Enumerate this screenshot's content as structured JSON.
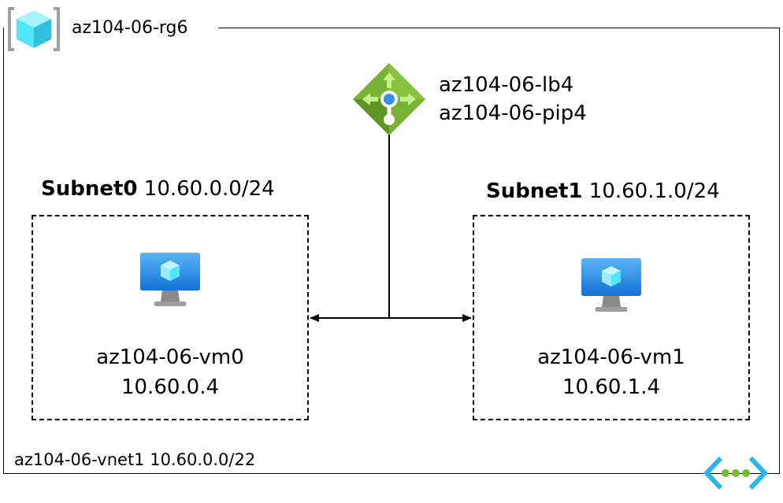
{
  "resource_group": {
    "name": "az104-06-rg6",
    "icon": "resource-group-icon"
  },
  "load_balancer": {
    "name": "az104-06-lb4",
    "public_ip": "az104-06-pip4",
    "icon": "load-balancer-icon"
  },
  "vnet": {
    "label": "az104-06-vnet1 10.60.0.0/22",
    "icon": "virtual-network-icon"
  },
  "subnets": [
    {
      "name": "Subnet0",
      "cidr": "10.60.0.0/24",
      "vm": {
        "name": "az104-06-vm0",
        "ip": "10.60.0.4",
        "icon": "virtual-machine-icon"
      }
    },
    {
      "name": "Subnet1",
      "cidr": "10.60.1.0/24",
      "vm": {
        "name": "az104-06-vm1",
        "ip": "10.60.1.4",
        "icon": "virtual-machine-icon"
      }
    }
  ],
  "colors": {
    "lb_green": "#7ab236",
    "lb_dark_green": "#5e9624",
    "vm_blue": "#1f8ae0",
    "cube_blue": "#50e6ff",
    "vnet_blue": "#2cb5e8",
    "vnet_dots_green": "#76bc2d",
    "rg_gray": "#a0a0a0"
  }
}
